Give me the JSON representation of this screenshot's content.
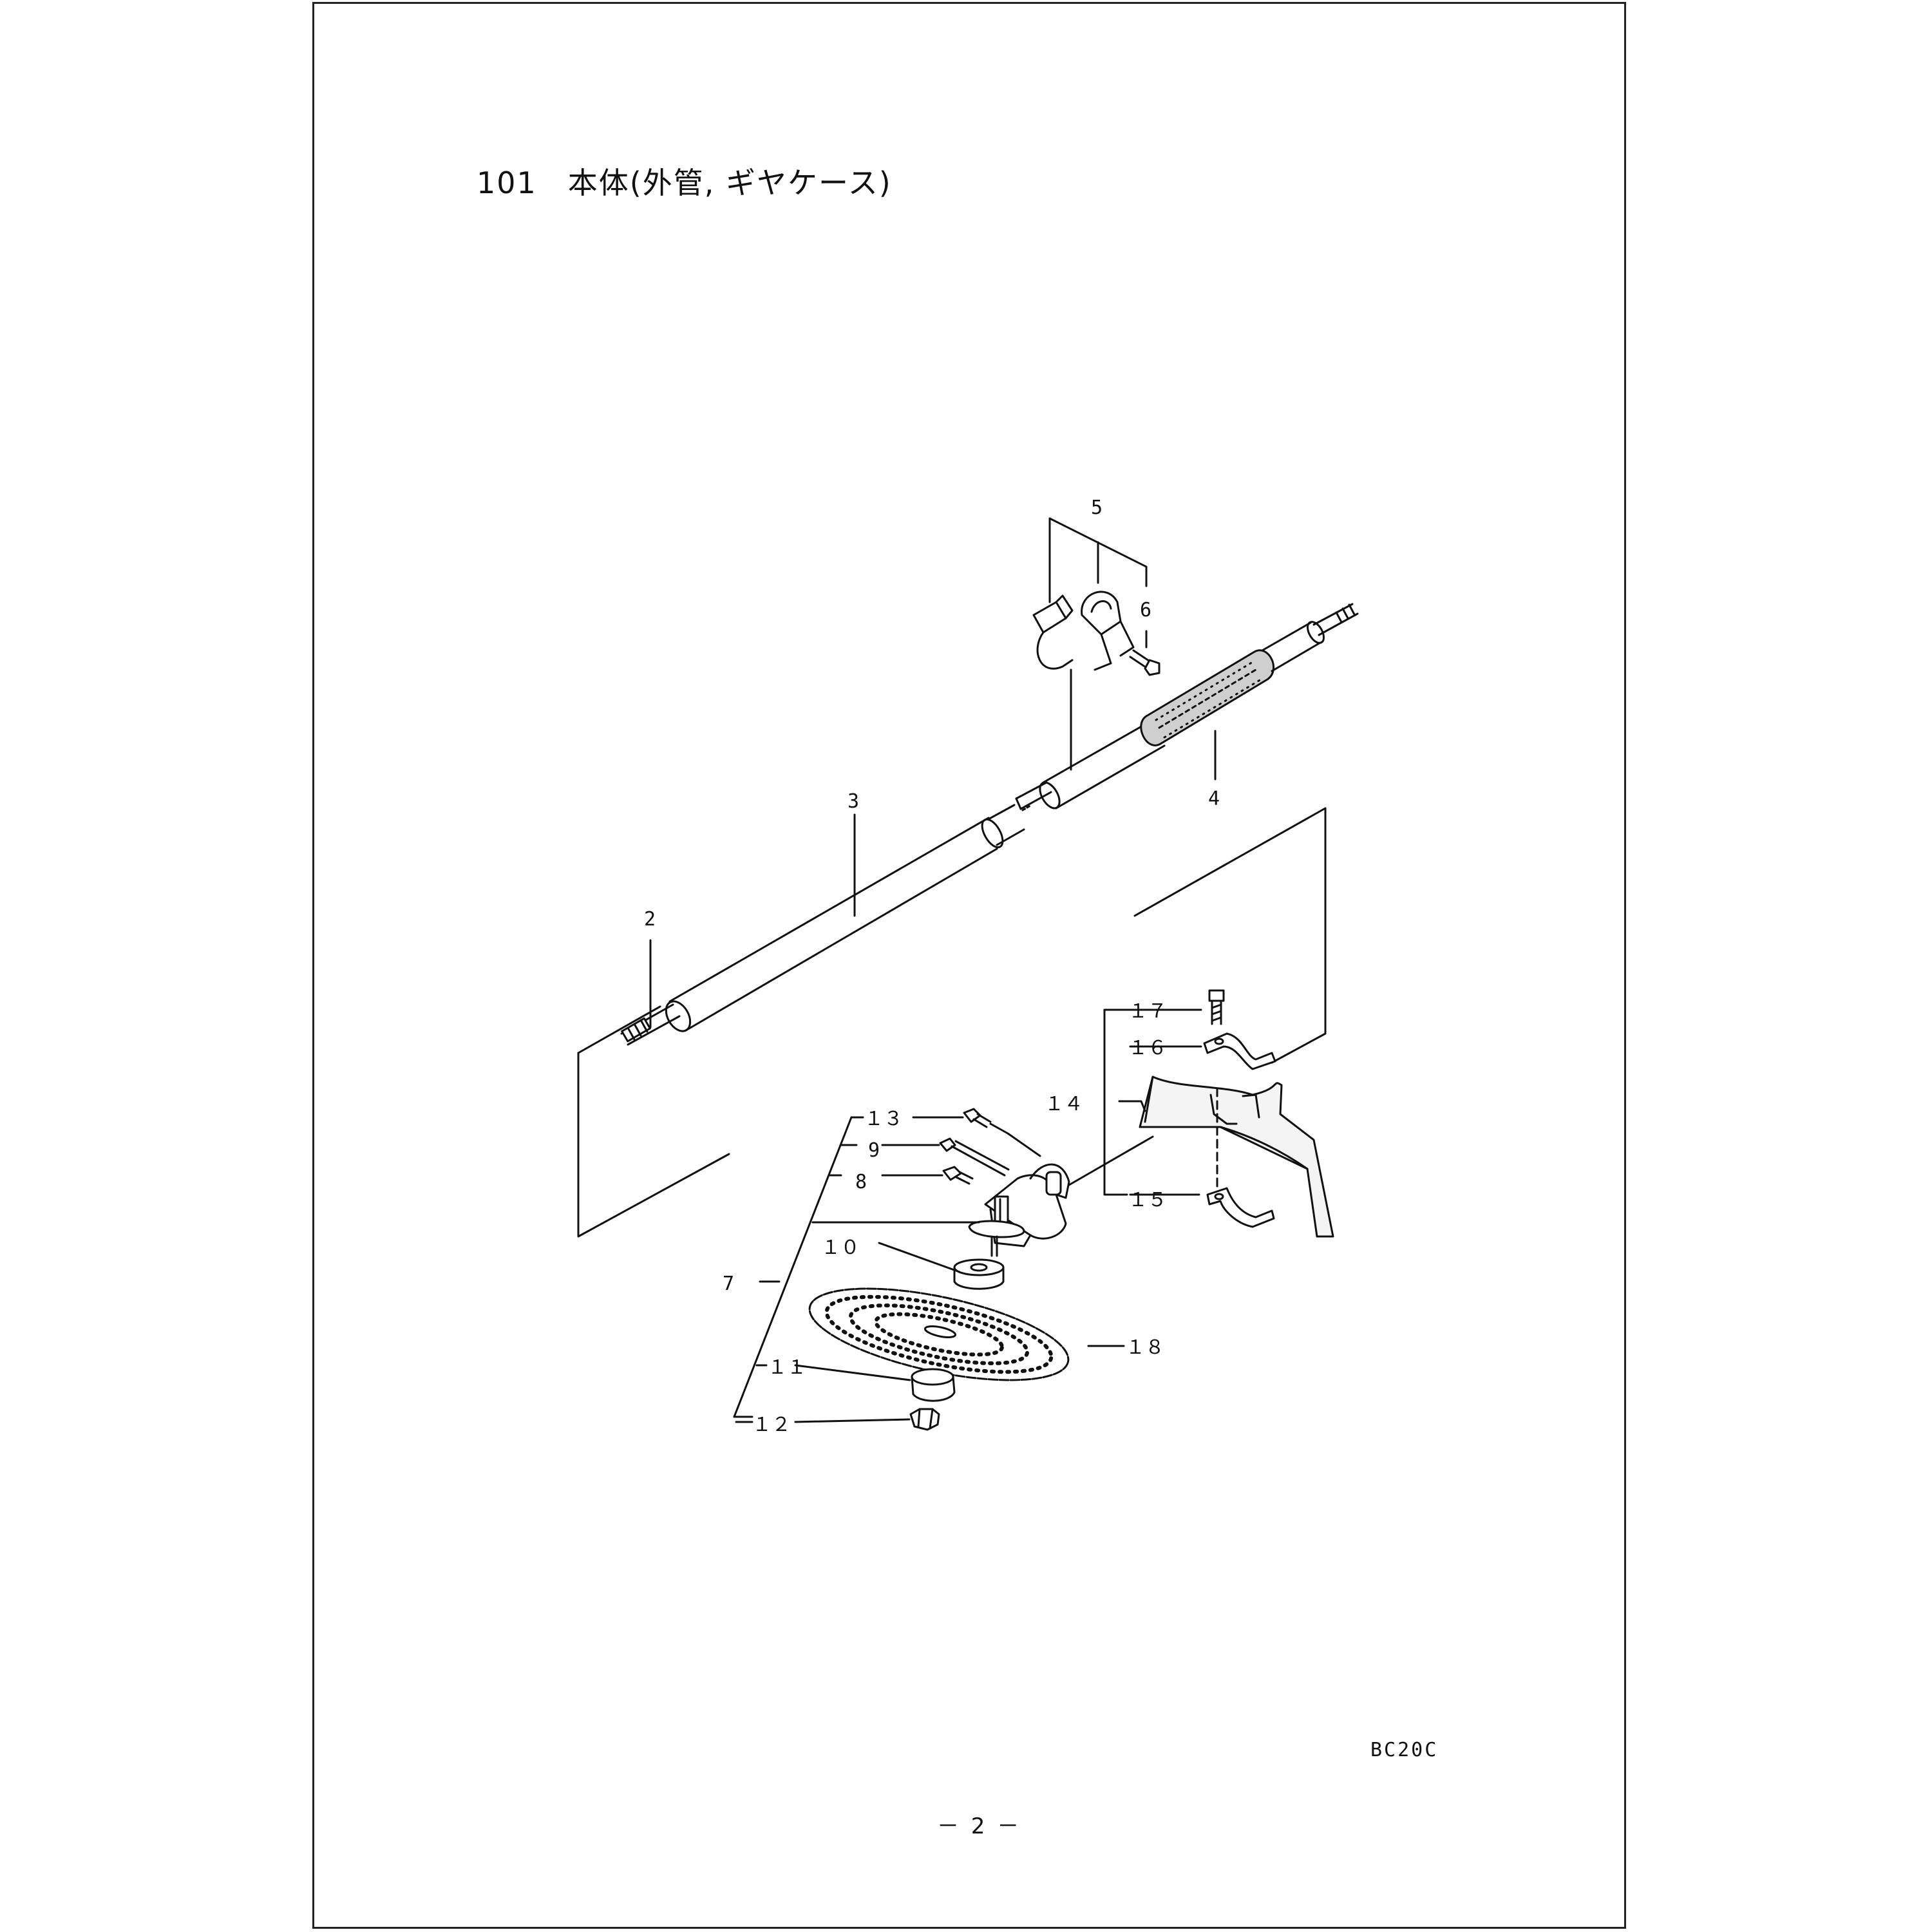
{
  "title": "101　本体(外管, ギヤケース)",
  "model": "BC20C",
  "page_number": "－ 2 －",
  "part_labels": {
    "p2": "2",
    "p3": "3",
    "p4": "4",
    "p5": "5",
    "p6": "6",
    "p7": "7",
    "p8": "8",
    "p9": "9",
    "p10": "１０",
    "p11": "１１",
    "p12": "１２",
    "p13": "１３",
    "p14": "１４",
    "p15": "１５",
    "p16": "１６",
    "p17": "１７",
    "p18": "１８"
  }
}
